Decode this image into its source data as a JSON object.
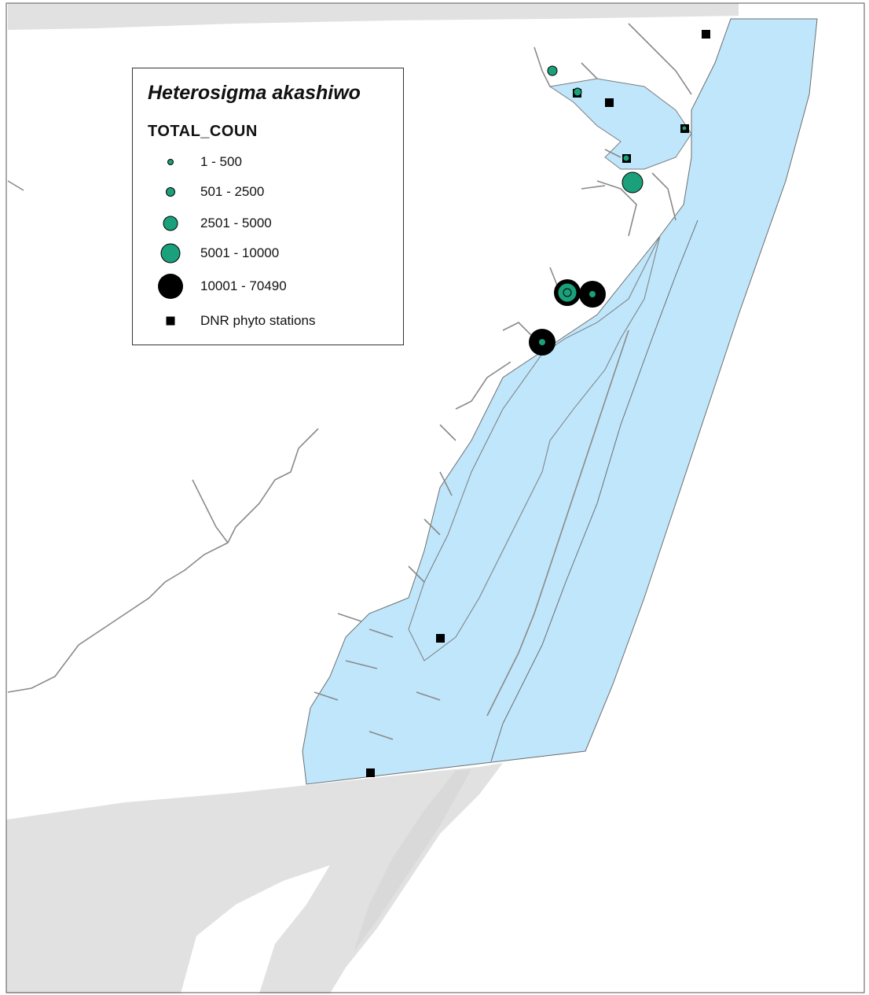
{
  "legend": {
    "title": "Heterosigma akashiwo",
    "field": "TOTAL_COUN",
    "classes": [
      {
        "label": "1 - 500",
        "symbol": "green-circle-xs"
      },
      {
        "label": "501 - 2500",
        "symbol": "green-circle-s"
      },
      {
        "label": "2501 - 5000",
        "symbol": "green-circle-m"
      },
      {
        "label": "5001 - 10000",
        "symbol": "green-circle-l"
      },
      {
        "label": "10001 - 70490",
        "symbol": "black-circle-xl"
      },
      {
        "label": "DNR phyto stations",
        "symbol": "black-square"
      }
    ]
  },
  "colors": {
    "water": "#bfe6fb",
    "land_grey": "#e1e1e1",
    "river": "#8a8a8a",
    "shoreline": "#7d7d7d",
    "green_circle": "#1aa07a",
    "black": "#000000"
  }
}
